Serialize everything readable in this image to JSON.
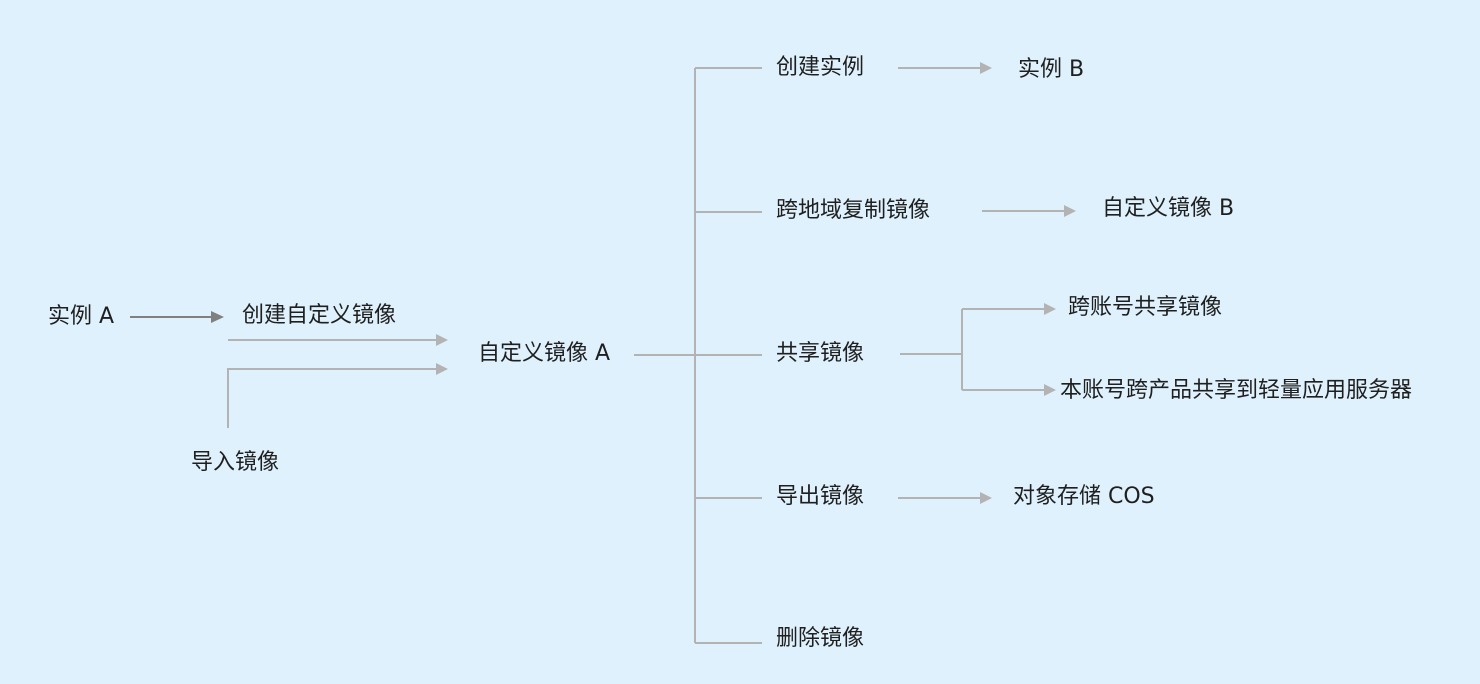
{
  "nodes": {
    "instance_a": "实例 A",
    "create_custom_image": "创建自定义镜像",
    "import_image": "导入镜像",
    "custom_image_a": "自定义镜像 A",
    "create_instance": "创建实例",
    "instance_b": "实例 B",
    "cross_region_copy": "跨地域复制镜像",
    "custom_image_b": "自定义镜像 B",
    "share_image": "共享镜像",
    "cross_account_share": "跨账号共享镜像",
    "same_account_share": "本账号跨产品共享到轻量应用服务器",
    "export_image": "导出镜像",
    "cos_storage": "对象存储 COS",
    "delete_image": "删除镜像"
  }
}
